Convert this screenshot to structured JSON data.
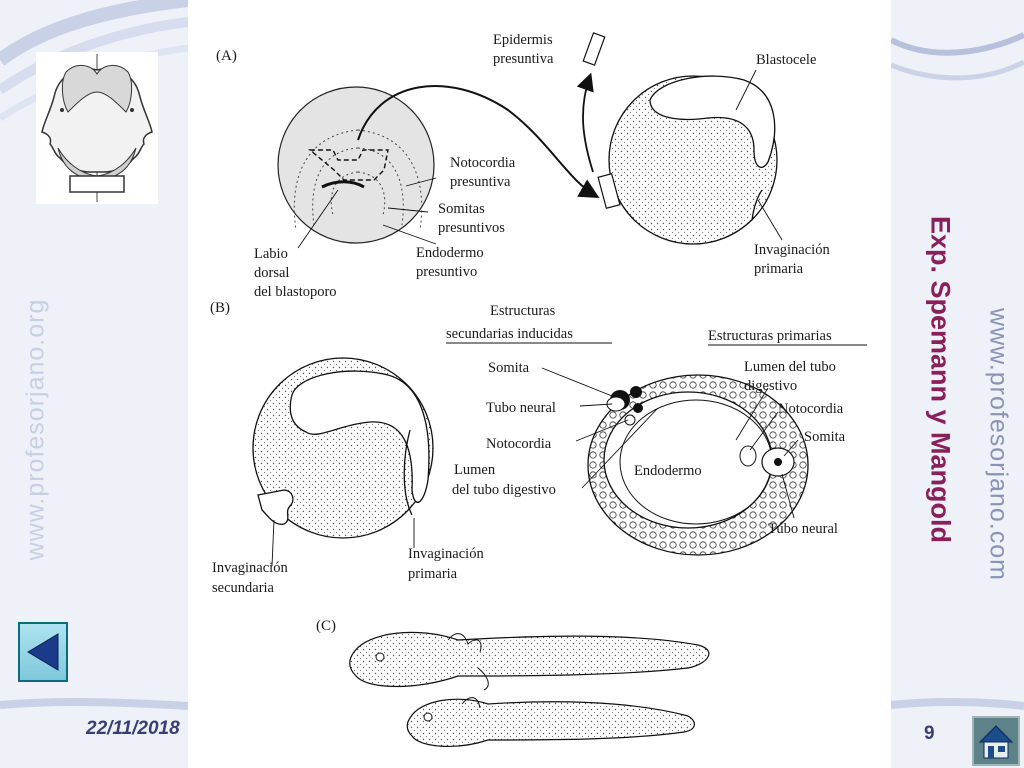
{
  "slide": {
    "title": "Exp. Spemann y Mangold",
    "date": "22/11/2018",
    "page_number": "9",
    "watermark_left": "www.profesorjano.org",
    "watermark_right": "www.profesorjano.com"
  },
  "colors": {
    "title": "#8b1f5c",
    "footer_text": "#3a3f73",
    "background": "#eef1f8",
    "back_button": "#7fc8dc",
    "home_button": "#5d8287"
  },
  "icons": {
    "back": "triangle-left-icon",
    "home": "home-icon",
    "logo": "janus-bust-icon"
  },
  "diagram": {
    "section_a": "(A)",
    "section_b": "(B)",
    "section_c": "(C)",
    "a_labels": {
      "epidermis": "Epidermis",
      "presuntiva": "presuntiva",
      "blastocele": "Blastocele",
      "notocordia": "Notocordia",
      "notocordia_2": "presuntiva",
      "somitas": "Somitas",
      "somitas_2": "presuntivos",
      "endodermo": "Endodermo",
      "endodermo_2": "presuntivo",
      "labio": "Labio",
      "labio_2": "dorsal",
      "labio_3": "del blastoporo",
      "invag": "Invaginación",
      "invag_2": "primaria"
    },
    "b_headers": {
      "sec_1": "Estructuras",
      "sec_2": "secundarias inducidas",
      "prim": "Estructuras primarias"
    },
    "b_labels": {
      "somita": "Somita",
      "tubo_neural": "Tubo neural",
      "notocordia": "Notocordia",
      "lumen": "Lumen",
      "lumen_2": "del tubo digestivo",
      "endodermo": "Endodermo",
      "lumen_r": "Lumen del tubo",
      "lumen_r2": "digestivo",
      "notocordia_r": "Notocordia",
      "somita_r": "Somita",
      "tubo_neural_r": "Tubo neural",
      "invag_sec": "Invaginación",
      "invag_sec2": "secundaria",
      "invag_prim": "Invaginación",
      "invag_prim2": "primaria"
    }
  }
}
